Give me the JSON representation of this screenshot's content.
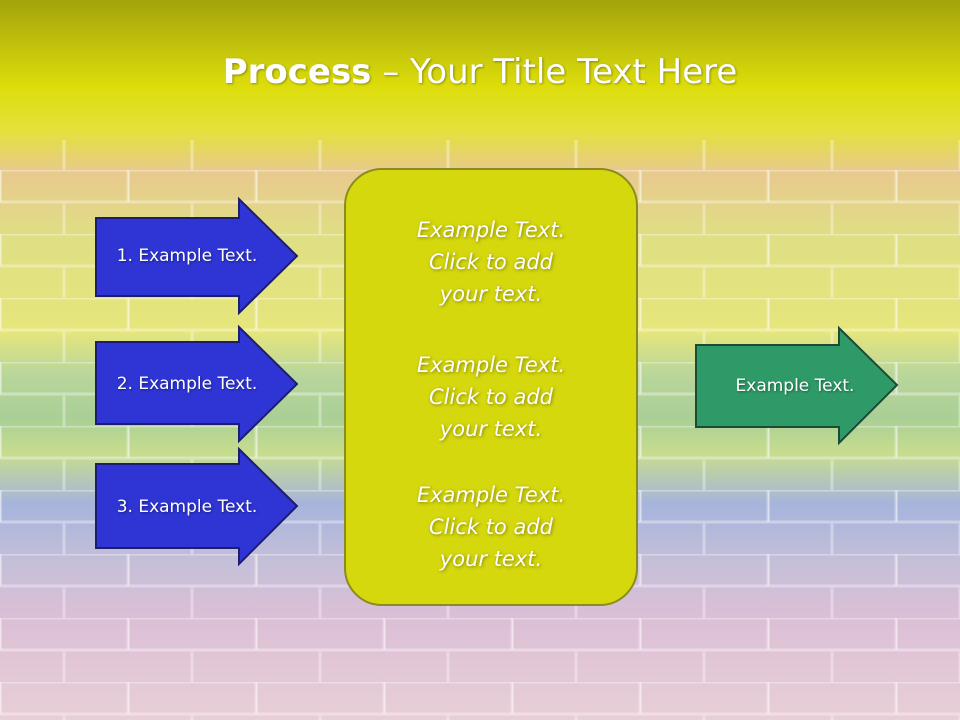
{
  "slide": {
    "title_bold": "Process",
    "title_rest": " – Your Title Text Here"
  },
  "arrows_left": [
    {
      "label": "1. Example Text."
    },
    {
      "label": "2. Example Text."
    },
    {
      "label": "3. Example Text."
    }
  ],
  "center_box": {
    "blocks": [
      {
        "line1": "Example Text.",
        "line2": "Click  to add",
        "line3": "your text."
      },
      {
        "line1": "Example Text.",
        "line2": "Click  to add",
        "line3": "your text."
      },
      {
        "line1": "Example Text.",
        "line2": "Click  to add",
        "line3": "your text."
      }
    ]
  },
  "arrow_right": {
    "label": "Example Text."
  },
  "colors": {
    "left_arrow_fill": "#2e35d4",
    "right_arrow_fill": "#2e9a68",
    "center_box_fill": "#d6d80e",
    "title_band": "#dede0a"
  }
}
